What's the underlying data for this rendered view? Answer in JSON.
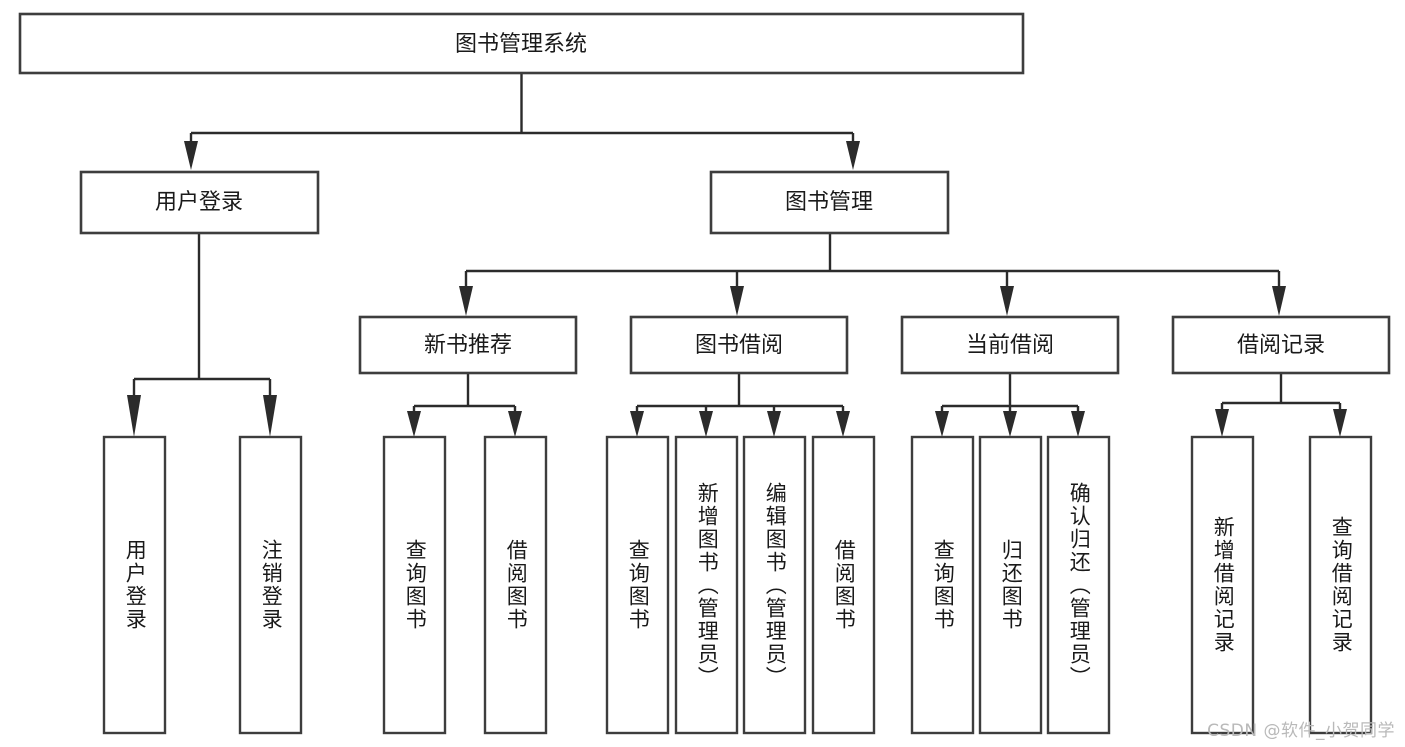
{
  "diagram": {
    "title": "图书管理系统",
    "type": "tree",
    "orientation": "top-down",
    "colors": {
      "box_stroke": "#3d3d3d",
      "box_fill": "#ffffff",
      "line": "#2b2b2b",
      "text": "#1a1a1a",
      "background": "#ffffff",
      "watermark": "#b9b9b9"
    },
    "root": {
      "id": "root",
      "label": "图书管理系统",
      "orient": "horizontal"
    },
    "level2": [
      {
        "id": "user-login",
        "label": "用户登录",
        "orient": "horizontal"
      },
      {
        "id": "book-manage",
        "label": "图书管理",
        "orient": "horizontal"
      }
    ],
    "level3": [
      {
        "id": "new-book-rec",
        "label": "新书推荐",
        "orient": "horizontal",
        "parent": "book-manage"
      },
      {
        "id": "book-borrow",
        "label": "图书借阅",
        "orient": "horizontal",
        "parent": "book-manage"
      },
      {
        "id": "current-borrow",
        "label": "当前借阅",
        "orient": "horizontal",
        "parent": "book-manage"
      },
      {
        "id": "borrow-record",
        "label": "借阅记录",
        "orient": "horizontal",
        "parent": "book-manage"
      }
    ],
    "leaves": [
      {
        "id": "leaf-user-login",
        "label": "用户登录",
        "orient": "vertical",
        "parent": "user-login"
      },
      {
        "id": "leaf-logout",
        "label": "注销登录",
        "orient": "vertical",
        "parent": "user-login"
      },
      {
        "id": "leaf-query-book-1",
        "label": "查询图书",
        "orient": "vertical",
        "parent": "new-book-rec"
      },
      {
        "id": "leaf-borrow-book-1",
        "label": "借阅图书",
        "orient": "vertical",
        "parent": "new-book-rec"
      },
      {
        "id": "leaf-query-book-2",
        "label": "查询图书",
        "orient": "vertical",
        "parent": "book-borrow"
      },
      {
        "id": "leaf-add-book",
        "label": "新增图书（管理员）",
        "orient": "vertical",
        "parent": "book-borrow"
      },
      {
        "id": "leaf-edit-book",
        "label": "编辑图书（管理员）",
        "orient": "vertical",
        "parent": "book-borrow"
      },
      {
        "id": "leaf-borrow-book-2",
        "label": "借阅图书",
        "orient": "vertical",
        "parent": "book-borrow"
      },
      {
        "id": "leaf-query-book-3",
        "label": "查询图书",
        "orient": "vertical",
        "parent": "current-borrow"
      },
      {
        "id": "leaf-return-book",
        "label": "归还图书",
        "orient": "vertical",
        "parent": "current-borrow"
      },
      {
        "id": "leaf-confirm-return",
        "label": "确认归还（管理员）",
        "orient": "vertical",
        "parent": "current-borrow"
      },
      {
        "id": "leaf-add-record",
        "label": "新增借阅记录",
        "orient": "vertical",
        "parent": "borrow-record"
      },
      {
        "id": "leaf-query-record",
        "label": "查询借阅记录",
        "orient": "vertical",
        "parent": "borrow-record"
      }
    ]
  },
  "watermark": {
    "text": "CSDN @软件_小贺同学"
  }
}
